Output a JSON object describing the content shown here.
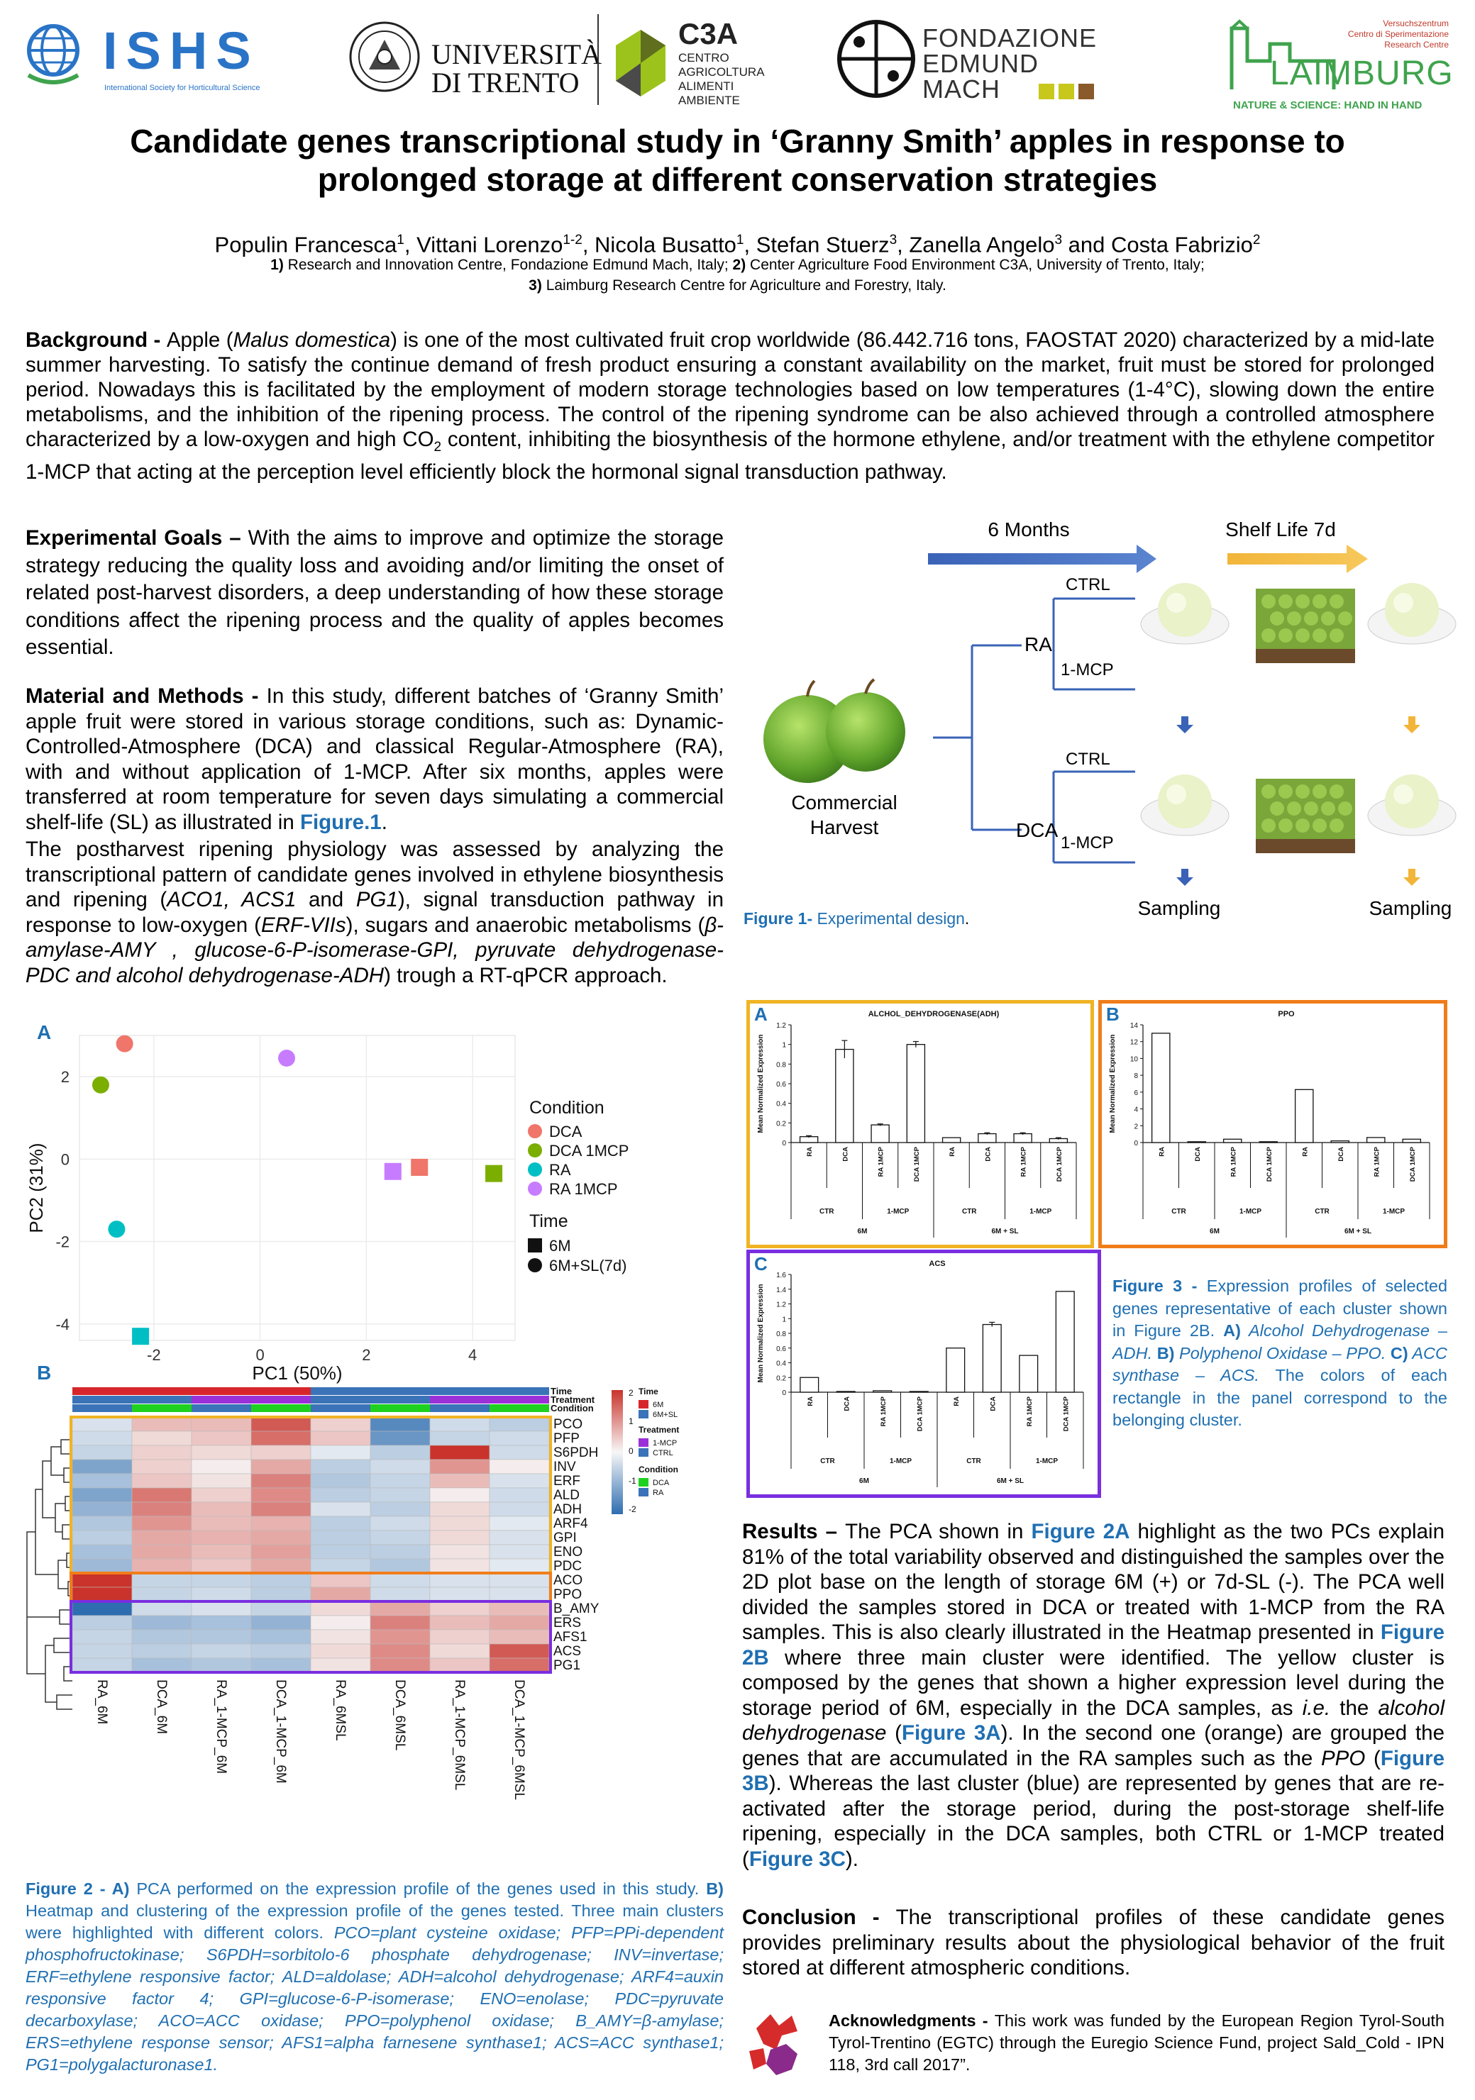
{
  "logos": {
    "ishs": {
      "name": "ISHS",
      "tagline": "International Society for Horticultural Science"
    },
    "trento": {
      "line1": "UNIVERSITÀ",
      "line2": "DI TRENTO"
    },
    "c3a": {
      "name": "C3A",
      "lines": [
        "CENTRO",
        "AGRICOLTURA",
        "ALIMENTI",
        "AMBIENTE"
      ]
    },
    "fem": {
      "lines": [
        "FONDAZIONE",
        "EDMUND",
        "MACH"
      ]
    },
    "laimburg": {
      "top1": "Versuchszentrum",
      "top2": "Centro di Sperimentazione",
      "top3": "Research Centre",
      "name": "LAIMBURG",
      "tagline": "NATURE & SCIENCE: HAND IN HAND"
    }
  },
  "header": {
    "title_line1": "Candidate genes transcriptional study in ‘Granny Smith’ apples in response to",
    "title_line2": "prolonged storage at different conservation strategies",
    "authors": [
      "Populin Francesca",
      "1",
      ", Vittani Lorenzo",
      "1-2",
      ", Nicola Busatto",
      "1",
      ", Stefan Stuerz",
      "3",
      ", Zanella Angelo",
      "3",
      " and Costa Fabrizio",
      "2"
    ],
    "affil1_num": "1)",
    "affil1": " Research and Innovation Centre, Fondazione Edmund Mach, Italy; ",
    "affil2_num": "2)",
    "affil2": " Center Agriculture Food Environment C3A, University of Trento, Italy;",
    "affil3_num": "3)",
    "affil3": " Laimburg Research Centre for Agriculture and Forestry, Italy."
  },
  "background": {
    "label": "Background - ",
    "t1": "Apple (",
    "species": "Malus domestica",
    "t2": ") is one of the most cultivated fruit crop worldwide (86.442.716 tons, FAOSTAT 2020) characterized by a mid-late summer harvesting. To satisfy the continue demand of fresh product ensuring a constant availability on the market, fruit must be stored for prolonged period. Nowadays this is facilitated by the employment of modern storage technologies based on low temperatures (1-4°C), slowing down the entire metabolisms, and the inhibition of the ripening process. The control of the ripening syndrome can be also achieved through a controlled atmosphere characterized by a low-oxygen and high CO",
    "sub": "2",
    "t3": " content, inhibiting the biosynthesis of the hormone ethylene, and/or treatment with the ethylene competitor 1-MCP that acting at the perception level efficiently block the hormonal signal transduction pathway."
  },
  "goals": {
    "label": "Experimental Goals – ",
    "text": "With the aims to improve and optimize the storage strategy reducing the quality loss and avoiding and/or limiting the onset of related post-harvest disorders, a deep understanding of how these storage conditions affect the ripening process and the quality of apples becomes essential."
  },
  "methods": {
    "label": "Material and Methods - ",
    "p1": "In this study, different batches of ‘Granny Smith’ apple fruit were stored in various storage conditions, such as: Dynamic-Controlled-Atmosphere (DCA) and classical Regular-Atmosphere (RA), with and without application of 1-MCP. After six months, apples were transferred at room temperature for seven days simulating a commercial shelf-life (SL) as illustrated in ",
    "p1_ref": "Figure.1",
    "p1_end": ".",
    "p2a": "The postharvest ripening physiology was assessed by analyzing the transcriptional pattern of candidate genes involved in ethylene biosynthesis and ripening (",
    "p2b": "ACO1, ACS1",
    "p2c": " and ",
    "p2d": "PG1",
    "p2e": "), signal transduction pathway in response to low-oxygen (",
    "p2f": "ERF-VIIs",
    "p2g": "), sugars and anaerobic metabolisms (",
    "p2h": "β-amylase-AMY , glucose-6-P-isomerase-GPI, pyruvate dehydrogenase-PDC and alcohol dehydrogenase-ADH",
    "p2i": ") trough a RT-qPCR approach."
  },
  "figure1": {
    "arrow1": "6 Months",
    "arrow2": "Shelf Life 7d",
    "harvest": "Commercial\nHarvest",
    "ra": "RA",
    "dca": "DCA",
    "ctrl": "CTRL",
    "mcp": "1-MCP",
    "sampling": "Sampling",
    "caption_prefix": "Figure 1-",
    "caption": " Experimental design",
    "caption_end": "."
  },
  "figure2a": {
    "panel": "A",
    "xlabel": "PC1 (50%)",
    "ylabel": "PC2 (31%)",
    "legend_condition": "Condition",
    "legend_time": "Time",
    "conditions": [
      "DCA",
      "DCA 1MCP",
      "RA",
      "RA 1MCP"
    ],
    "times": [
      "6M",
      "6M+SL(7d)"
    ],
    "xticks": [
      "-2",
      "0",
      "2",
      "4"
    ],
    "yticks": [
      "2",
      "0",
      "-2",
      "-4"
    ]
  },
  "figure2b": {
    "panel": "B",
    "genes": [
      "PCO",
      "PFP",
      "S6PDH",
      "INV",
      "ERF",
      "ALD",
      "ADH",
      "ARF4",
      "GPI",
      "ENO",
      "PDC",
      "ACO",
      "PPO",
      "B_AMY",
      "ERS",
      "AFS1",
      "ACS",
      "PG1"
    ],
    "samples": [
      "RA_6M",
      "DCA_6M",
      "RA_1-MCP_6M",
      "DCA_1-MCP_6M",
      "RA_6MSL",
      "DCA_6MSL",
      "RA_1-MCP_6MSL",
      "DCA_1-MCP_6MSL"
    ],
    "annotation_rows": [
      "Time",
      "Treatment",
      "Condition"
    ],
    "scale_ticks": [
      "2",
      "1",
      "0",
      "-1",
      "-2"
    ],
    "legend_time": "Time",
    "legend_time_items": [
      "6M",
      "6M+SL"
    ],
    "legend_treatment": "Treatment",
    "legend_treatment_items": [
      "1-MCP",
      "CTRL"
    ],
    "legend_condition": "Condition",
    "legend_condition_items": [
      "DCA",
      "RA"
    ]
  },
  "figure2_caption": {
    "prefix": "Figure 2 - ",
    "a": "A)",
    "t1": " PCA performed on the expression profile of the genes used in this study. ",
    "b": "B)",
    "t2": " Heatmap and clustering of the expression profile of the genes tested. Three main clusters were highlighted with different colors. ",
    "abbr": "PCO=plant cysteine oxidase; PFP=PPi-dependent phosphofructokinase; S6PDH=sorbitolo-6 phosphate dehydrogenase; INV=invertase; ERF=ethylene responsive factor; ALD=aldolase; ADH=alcohol dehydrogenase; ARF4=auxin responsive factor 4; GPI=glucose-6-P-isomerase; ENO=enolase; PDC=pyruvate decarboxylase; ACO=ACC oxidase; PPO=polyphenol oxidase; B_AMY=β-amylase; ERS=ethylene response sensor; AFS1=alpha farnesene synthase1; ACS=ACC synthase1; PG1=polygalacturonase1."
  },
  "figure3": {
    "panels": [
      {
        "letter": "A",
        "title": "ALCHOL_DEHYDROGENASE(ADH)",
        "yticks": [
          "1.2",
          "1",
          "0.8",
          "0.6",
          "0.4",
          "0.2",
          "0"
        ]
      },
      {
        "letter": "B",
        "title": "PPO",
        "yticks": [
          "14",
          "12",
          "10",
          "8",
          "6",
          "4",
          "2",
          "0"
        ]
      },
      {
        "letter": "C",
        "title": "ACS",
        "yticks": [
          "1.6",
          "1.4",
          "1.2",
          "1",
          "0.8",
          "0.6",
          "0.4",
          "0.2",
          "0"
        ]
      }
    ],
    "ylabel": "Mean Normalized Expression",
    "categories": [
      "RA",
      "DCA",
      "RA 1MCP",
      "DCA 1MCP",
      "RA",
      "DCA",
      "RA 1MCP",
      "DCA 1MCP"
    ],
    "group2": [
      "CTR",
      "1-MCP",
      "CTR",
      "1-MCP"
    ],
    "group1": [
      "6M",
      "6M + SL"
    ],
    "caption_prefix": "Figure 3 - ",
    "caption_t1": "Expression profiles of selected genes representative of each cluster shown in Figure 2B. ",
    "caption_a": "A)",
    "caption_a_t": " Alcohol Dehydrogenase – ADH. ",
    "caption_b": "B)",
    "caption_b_t": " Polyphenol Oxidase – PPO. ",
    "caption_c": "C)",
    "caption_c_t": " ACC synthase – ACS.",
    "caption_t2": " The colors of each rectangle in the panel correspond to the belonging cluster."
  },
  "chart_data": [
    {
      "type": "scatter",
      "xlabel": "PC1 (50%)",
      "ylabel": "PC2 (31%)",
      "xlim": [
        -3.4,
        4.8
      ],
      "ylim": [
        -4.4,
        3.0
      ],
      "series": [
        {
          "name": "DCA",
          "color": "#f0756a",
          "points": [
            {
              "x": -2.55,
              "y": 2.8,
              "time": "6M+SL(7d)"
            },
            {
              "x": 3.0,
              "y": -0.2,
              "time": "6M"
            }
          ]
        },
        {
          "name": "DCA 1MCP",
          "color": "#7cae00",
          "points": [
            {
              "x": -3.0,
              "y": 1.8,
              "time": "6M+SL(7d)"
            },
            {
              "x": 4.4,
              "y": -0.35,
              "time": "6M"
            }
          ]
        },
        {
          "name": "RA",
          "color": "#00bfc4",
          "points": [
            {
              "x": -2.7,
              "y": -1.7,
              "time": "6M+SL(7d)"
            },
            {
              "x": -2.25,
              "y": -4.3,
              "time": "6M"
            }
          ]
        },
        {
          "name": "RA 1MCP",
          "color": "#c77cff",
          "points": [
            {
              "x": 0.5,
              "y": 2.45,
              "time": "6M+SL(7d)"
            },
            {
              "x": 2.5,
              "y": -0.3,
              "time": "6M"
            }
          ]
        }
      ]
    },
    {
      "type": "heatmap",
      "rows": [
        "PCO",
        "PFP",
        "S6PDH",
        "INV",
        "ERF",
        "ALD",
        "ADH",
        "ARF4",
        "GPI",
        "ENO",
        "PDC",
        "ACO",
        "PPO",
        "B_AMY",
        "ERS",
        "AFS1",
        "ACS",
        "PG1"
      ],
      "cols": [
        "RA_6M",
        "DCA_6M",
        "RA_1-MCP_6M",
        "DCA_1-MCP_6M",
        "RA_6MSL",
        "DCA_6MSL",
        "RA_1-MCP_6MSL",
        "DCA_1-MCP_6MSL"
      ],
      "range": [
        -2,
        2
      ],
      "values": [
        [
          -0.3,
          0.6,
          0.6,
          1.6,
          0.4,
          -1.6,
          -0.4,
          -0.6
        ],
        [
          -0.4,
          0.3,
          0.5,
          1.4,
          0.5,
          -1.4,
          -0.5,
          -0.4
        ],
        [
          -0.5,
          0.4,
          0.3,
          0.4,
          -0.2,
          -0.6,
          2.0,
          -0.4
        ],
        [
          -1.2,
          0.4,
          0.1,
          0.8,
          -0.6,
          -0.4,
          1.0,
          0.1
        ],
        [
          -0.8,
          0.5,
          0.2,
          1.2,
          -0.7,
          -0.5,
          0.6,
          -0.3
        ],
        [
          -1.2,
          1.3,
          0.4,
          1.1,
          -0.6,
          -0.5,
          0.1,
          -0.4
        ],
        [
          -1.0,
          1.2,
          0.6,
          1.2,
          -0.3,
          -0.6,
          0.3,
          -0.4
        ],
        [
          -0.7,
          1.0,
          0.6,
          0.7,
          -0.6,
          -0.4,
          0.3,
          -0.2
        ],
        [
          -0.6,
          0.8,
          0.7,
          0.8,
          -0.6,
          -0.5,
          0.3,
          -0.3
        ],
        [
          -0.8,
          0.8,
          0.6,
          0.9,
          -0.6,
          -0.6,
          0.2,
          -0.3
        ],
        [
          -0.9,
          0.7,
          0.5,
          0.8,
          -0.5,
          -0.7,
          0.2,
          -0.2
        ],
        [
          2.0,
          -0.5,
          -0.5,
          -0.6,
          0.5,
          -0.4,
          -0.3,
          -0.3
        ],
        [
          2.3,
          -0.5,
          -0.4,
          -0.6,
          0.8,
          -0.4,
          -0.3,
          -0.3
        ],
        [
          -2.0,
          -0.4,
          -0.3,
          -0.5,
          0.3,
          0.8,
          0.4,
          0.6
        ],
        [
          -0.6,
          -0.9,
          -0.8,
          -1.0,
          0.1,
          1.2,
          0.6,
          0.8
        ],
        [
          -0.5,
          -0.7,
          -0.7,
          -0.8,
          0.2,
          1.0,
          0.4,
          0.6
        ],
        [
          -0.5,
          -0.6,
          -0.5,
          -0.6,
          0.3,
          1.1,
          0.3,
          1.6
        ],
        [
          -0.5,
          -0.8,
          -0.7,
          -0.8,
          0.2,
          1.1,
          0.5,
          1.4
        ]
      ]
    },
    {
      "type": "bar",
      "title": "ALCHOL_DEHYDROGENASE(ADH)",
      "ylabel": "Mean Normalized Expression",
      "categories": [
        "RA",
        "DCA",
        "RA 1MCP",
        "DCA 1MCP",
        "RA",
        "DCA",
        "RA 1MCP",
        "DCA 1MCP"
      ],
      "values": [
        0.06,
        0.95,
        0.18,
        1.0,
        0.05,
        0.09,
        0.09,
        0.04
      ],
      "errors": [
        0.01,
        0.09,
        0.01,
        0.03,
        0.0,
        0.01,
        0.01,
        0.01
      ],
      "ylim": [
        0,
        1.2
      ]
    },
    {
      "type": "bar",
      "title": "PPO",
      "ylabel": "Mean Normalized Expression",
      "categories": [
        "RA",
        "DCA",
        "RA 1MCP",
        "DCA 1MCP",
        "RA",
        "DCA",
        "RA 1MCP",
        "DCA 1MCP"
      ],
      "values": [
        13.0,
        0.1,
        0.4,
        0.1,
        6.3,
        0.2,
        0.6,
        0.4
      ],
      "errors": [
        0,
        0,
        0,
        0,
        0,
        0,
        0,
        0
      ],
      "ylim": [
        0,
        14
      ]
    },
    {
      "type": "bar",
      "title": "ACS",
      "ylabel": "Mean Normalized Expression",
      "categories": [
        "RA",
        "DCA",
        "RA 1MCP",
        "DCA 1MCP",
        "RA",
        "DCA",
        "RA 1MCP",
        "DCA 1MCP"
      ],
      "values": [
        0.2,
        0.01,
        0.02,
        0.01,
        0.6,
        0.92,
        0.5,
        1.37
      ],
      "errors": [
        0,
        0,
        0,
        0,
        0,
        0.03,
        0,
        0
      ],
      "ylim": [
        0,
        1.6
      ]
    }
  ],
  "results": {
    "label": "Results – ",
    "t1": "The PCA shown in ",
    "r1": "Figure 2A",
    "t2": " highlight as the two PCs explain 81% of the total variability observed and distinguished the samples over the 2D plot base on the length of storage 6M (+) or 7d-SL (-). The PCA well divided the samples stored in DCA or treated with 1-MCP from the RA samples. This is also clearly illustrated in the Heatmap presented in ",
    "r2": "Figure 2B",
    "t3": " where three main cluster were identified. The yellow cluster is composed by the genes that shown a higher expression level during the storage period of 6M, especially in the DCA samples, as ",
    "ie": "i.e.",
    "t4": " the ",
    "adh": "alcohol dehydrogenase",
    "t5": " (",
    "r3": "Figure 3A",
    "t6": "). In the second one (orange) are grouped the genes that are accumulated in the RA samples such as the ",
    "ppo": "PPO",
    "t7": " (",
    "r4": "Figure 3B",
    "t8": "). Whereas the last cluster (blue) are represented by genes that are re-activated after the storage period, during the post-storage shelf-life ripening, especially in the DCA samples, both CTRL or 1-MCP treated (",
    "r5": "Figure 3C",
    "t9": ")."
  },
  "conclusion": {
    "label": "Conclusion - ",
    "text": "The transcriptional profiles of these candidate genes provides preliminary results about the physiological behavior of the fruit stored at different atmospheric conditions."
  },
  "ack": {
    "label": "Acknowledgments - ",
    "text": "This work was funded by the European Region Tyrol-South Tyrol-Trentino (EGTC) through the Euregio Science Fund, project Sald_Cold - IPN 118, 3rd call 2017”."
  },
  "colors": {
    "accent_blue": "#1f6fb2",
    "cluster_yellow": "#f0b323",
    "cluster_orange": "#f07d1a",
    "cluster_purple": "#7a2ee0",
    "ishs_blue": "#2a74c7",
    "c3a_green": "#9cc31c",
    "laimburg_green": "#3fa34d"
  }
}
